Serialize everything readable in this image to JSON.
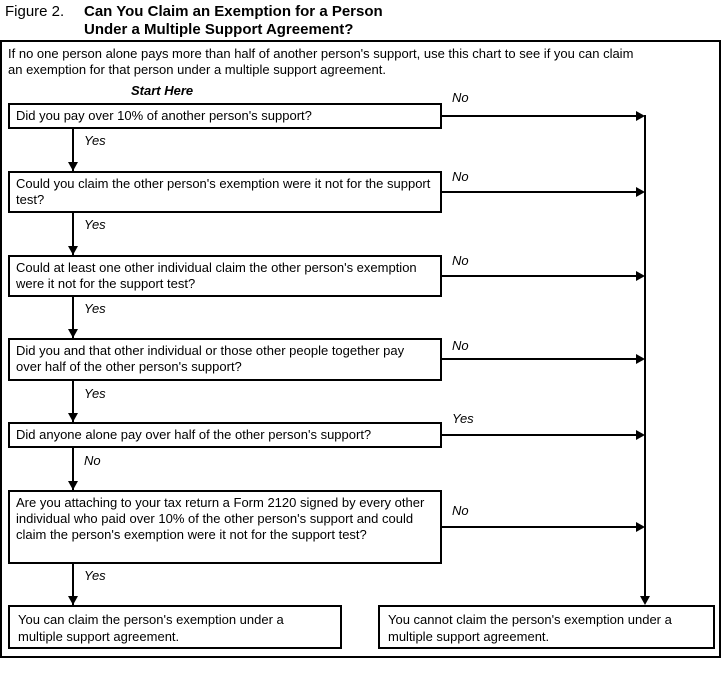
{
  "title": {
    "figure_label": "Figure 2.",
    "line1": "Can You Claim an Exemption for a Person",
    "line2": "Under a Multiple Support Agreement?"
  },
  "intro": {
    "lines": [
      "If no one person alone pays more than half of another person's support, use this chart to see if you can claim",
      "an exemption for that person under a multiple support agreement."
    ]
  },
  "flowchart": {
    "start_label": "Start Here",
    "questions": [
      {
        "text": "Did you pay over 10% of another person's support?",
        "down_label": "Yes",
        "side_label": "No"
      },
      {
        "text": "Could you claim the other person's exemption were it not for the support test?",
        "down_label": "Yes",
        "side_label": "No"
      },
      {
        "text": "Could at least one other individual claim the other person's exemption were it not for the support test?",
        "down_label": "Yes",
        "side_label": "No"
      },
      {
        "text": "Did you and that other individual or those other people together pay over half of the other person's support?",
        "down_label": "Yes",
        "side_label": "No"
      },
      {
        "text": "Did anyone alone pay over half of the other person's support?",
        "down_label": "No",
        "side_label": "Yes"
      },
      {
        "text": "Are you attaching to your tax return a Form 2120 signed by every other individual who paid over 10% of the other person's support and could claim the person's exemption were it not for the support test?",
        "down_label": "Yes",
        "side_label": "No"
      }
    ],
    "outcomes": {
      "positive": "You can claim the person's exemption under a multiple support agreement.",
      "negative": "You cannot claim the person's exemption under a multiple support agreement."
    }
  },
  "colors": {
    "ink": "#000000",
    "background": "#ffffff"
  }
}
